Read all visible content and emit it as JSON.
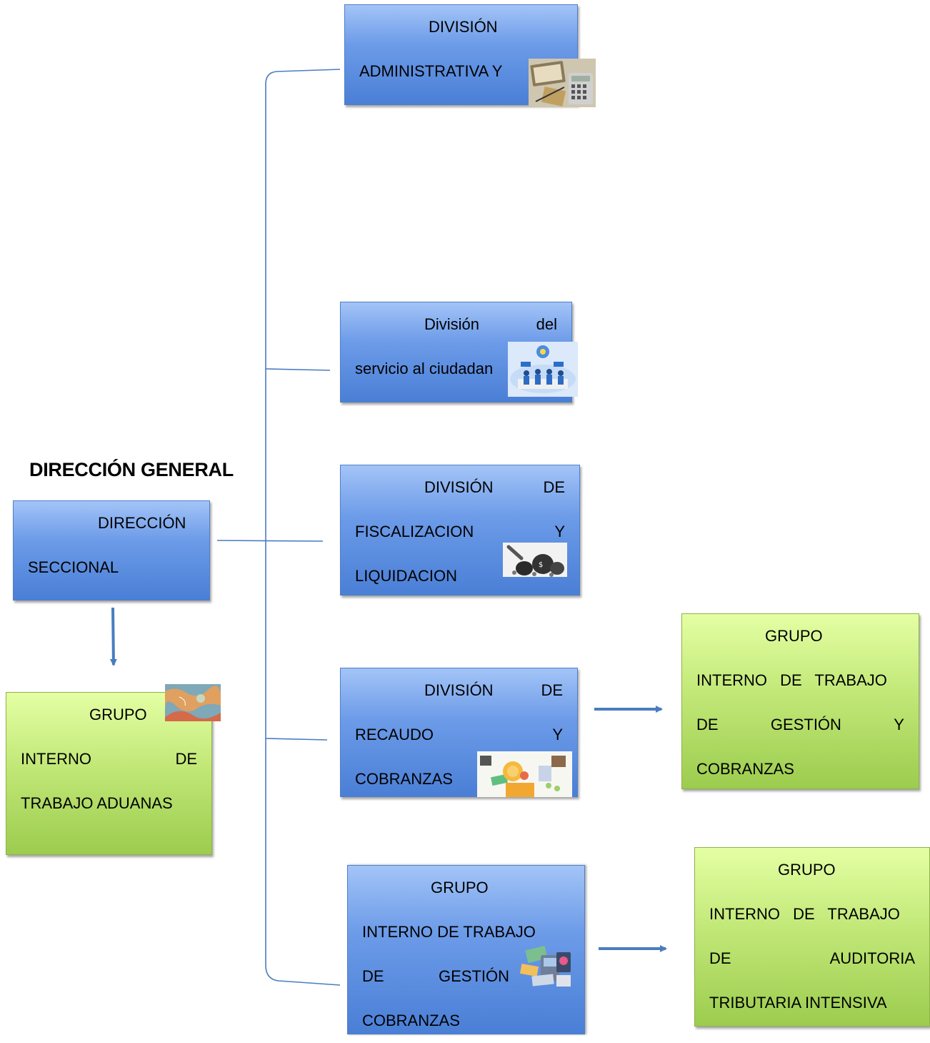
{
  "title": "DIRECCIÓN GENERAL",
  "colors": {
    "connector": "#4a7dbf",
    "blue_box": "#6c9be8",
    "green_box": "#c2e878"
  },
  "nodes": {
    "direccion_seccional": {
      "lines": [
        "DIRECCIÓN",
        "SECCIONAL"
      ]
    },
    "grupo_aduanas": {
      "lines": [
        "GRUPO",
        "INTERNO",
        "DE",
        "TRABAJO ADUANAS"
      ]
    },
    "div_administrativa": {
      "lines": [
        "DIVISIÓN",
        "ADMINISTRATIVA Y"
      ]
    },
    "div_servicio": {
      "lines": [
        "División",
        "del",
        "servicio al ciudadan"
      ]
    },
    "div_fiscalizacion": {
      "lines": [
        "DIVISIÓN",
        "DE",
        "FISCALIZACION",
        "Y",
        "LIQUIDACION"
      ]
    },
    "div_recaudo": {
      "lines": [
        "DIVISIÓN",
        "DE",
        "RECAUDO",
        "Y",
        "COBRANZAS"
      ]
    },
    "grupo_gestion_a": {
      "lines": [
        "GRUPO",
        "INTERNO DE TRABAJO",
        "DE",
        "GESTIÓN",
        "COBRANZAS"
      ]
    },
    "grupo_gestion_b": {
      "lines": [
        "GRUPO",
        "INTERNO DE TRABAJO",
        "DE",
        "GESTIÓN",
        "Y",
        "COBRANZAS"
      ]
    },
    "grupo_auditoria": {
      "lines": [
        "GRUPO",
        "INTERNO DE TRABAJO",
        "DE",
        "AUDITORIA",
        "TRIBUTARIA INTENSIVA"
      ]
    }
  },
  "images": {
    "administrativa": "calculator-money-icon",
    "servicio": "customer-service-icon",
    "fiscalizacion": "money-bags-icon",
    "recaudo": "finance-collection-icon",
    "gestion": "payment-devices-icon",
    "aduanas": "world-map-icon"
  }
}
